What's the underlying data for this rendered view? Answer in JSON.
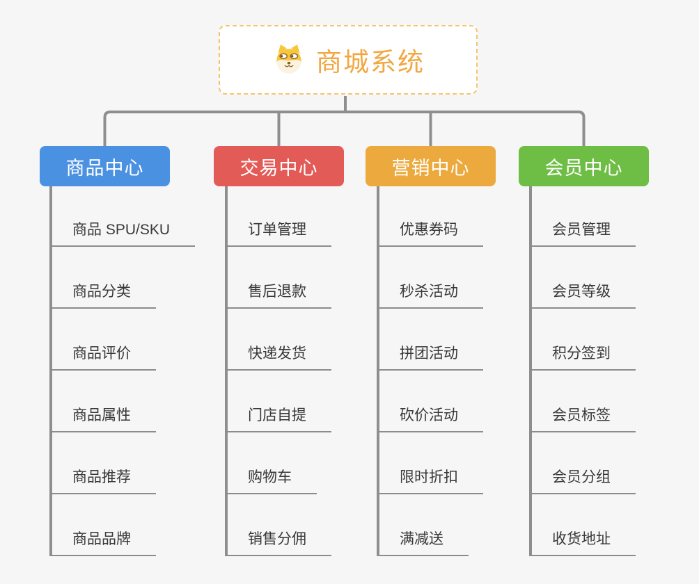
{
  "root": {
    "label": "商城系统",
    "icon": "dog-face-icon",
    "text_color": "#f2a741",
    "border_color": "#f4c56c",
    "background": "#ffffff"
  },
  "tree": {
    "branches": [
      {
        "label": "商品中心",
        "color": "#4b91e2",
        "children": [
          "商品 SPU/SKU",
          "商品分类",
          "商品评价",
          "商品属性",
          "商品推荐",
          "商品品牌"
        ]
      },
      {
        "label": "交易中心",
        "color": "#e25b57",
        "children": [
          "订单管理",
          "售后退款",
          "快递发货",
          "门店自提",
          "购物车",
          "销售分佣"
        ]
      },
      {
        "label": "营销中心",
        "color": "#eca93d",
        "children": [
          "优惠券码",
          "秒杀活动",
          "拼团活动",
          "砍价活动",
          "限时折扣",
          "满减送"
        ]
      },
      {
        "label": "会员中心",
        "color": "#6ebe45",
        "children": [
          "会员管理",
          "会员等级",
          "积分签到",
          "会员标签",
          "会员分组",
          "收货地址"
        ]
      }
    ]
  },
  "colors": {
    "page_background": "#f6f6f6",
    "connector_line": "#8e8e8e",
    "leaf_underline": "#8c8c8c",
    "leaf_text": "#383838"
  }
}
